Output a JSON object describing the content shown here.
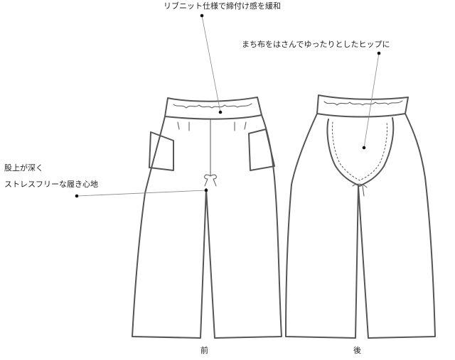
{
  "annotations": {
    "rib_knit": "リブニット仕様で締付け感を緩和",
    "gusset": "まち布をはさんでゆったりとしたヒップに",
    "rise_line1": "股上が深く",
    "rise_line2": "ストレスフリーな履き心地"
  },
  "views": {
    "front": "前",
    "back": "後"
  },
  "colors": {
    "stroke": "#555555",
    "text": "#222222",
    "leader": "#888888"
  }
}
